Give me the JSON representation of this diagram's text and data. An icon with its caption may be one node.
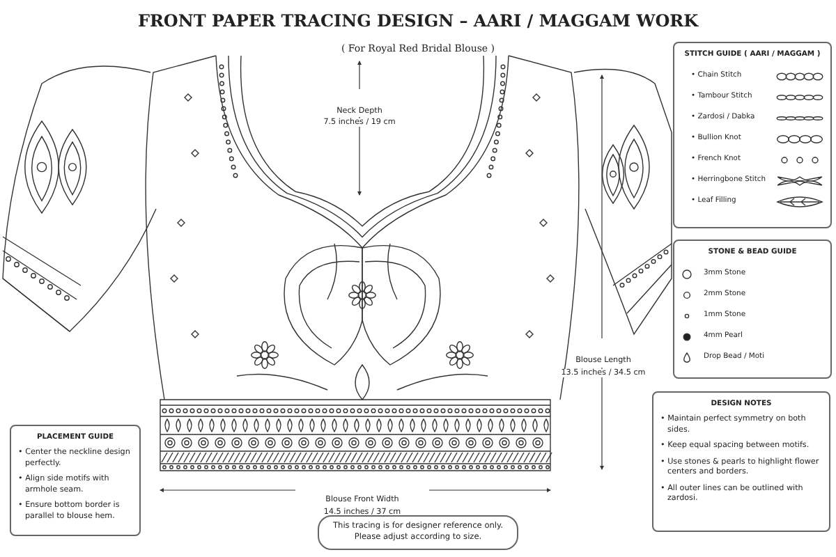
{
  "diagram": {
    "title": "FRONT PAPER TRACING DESIGN – AARI / MAGGAM WORK",
    "nodes": [
      {
        "text": [
          "STITCH GUIDE ( AARI / MAGGAM )",
          "• Chain Stitch",
          "• Tambour Stitch",
          "• Zardosi / Dabka",
          "• Bullion Knot",
          "• French Knot",
          "• Herringbone Stitch",
          "• Leaf Filling"
        ]
      },
      {
        "text": [
          "STONE & BEAD GUIDE",
          "3mm Stone",
          "2mm Stone",
          "1mm Stone",
          "4mm Pearl",
          "Drop Bead / Moti"
        ]
      },
      {
        "text": [
          "PLACEMENT GUIDE",
          "• Center the neckline design perfectly.",
          "• Align side motifs with armhole seam.",
          "• Ensure bottom border is parallel to blouse hem."
        ]
      },
      {
        "text": [
          "DESIGN NOTES",
          "• Maintain perfect symmetry on both sides.",
          "• Keep equal spacing between motifs.",
          "• Use stones & pearls to highlight flower centers and borders.",
          "• All outer lines can be outlined with zardosi."
        ]
      },
      {
        "text": [
          "This tracing is for designer reference only. Please adjust according to size."
        ]
      }
    ],
    "labels": [
      "( For Royal Red Bridal Blouse )",
      "Neck Depth",
      "7.5 inches / 19 cm",
      "Blouse Length",
      "13.5 inches / 34.5 cm",
      "Blouse Front Width",
      "14.5 inches / 37 cm"
    ]
  }
}
